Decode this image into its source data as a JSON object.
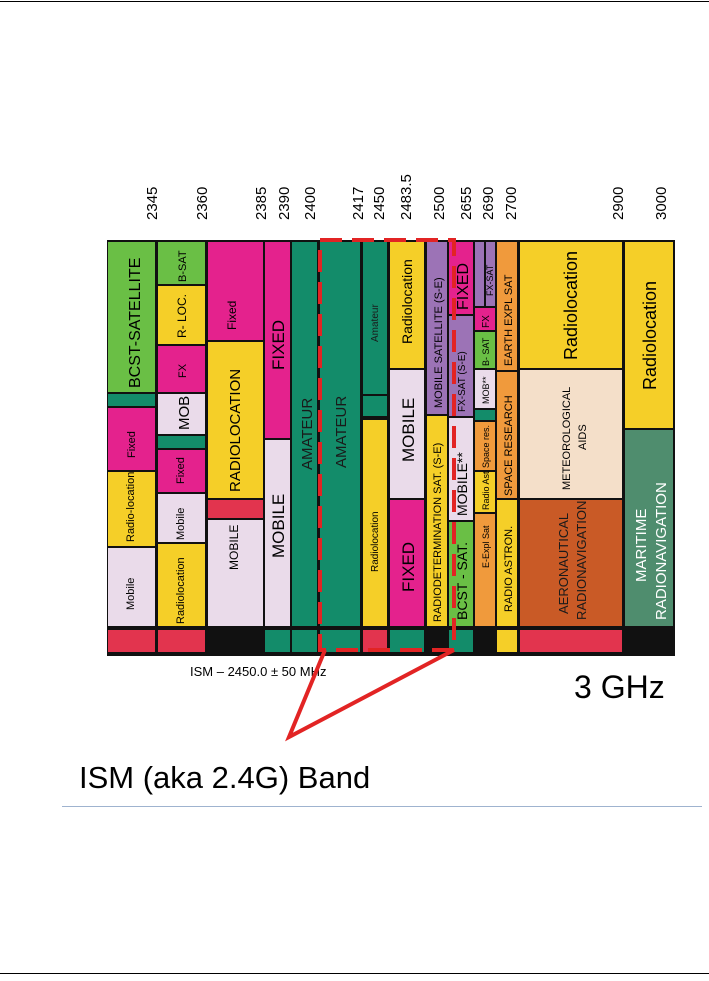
{
  "frequencies": [
    "2345",
    "2360",
    "2385",
    "2390",
    "2400",
    "2417",
    "2450",
    "2483.5",
    "2500",
    "2655",
    "2690",
    "2700",
    "2900",
    "3000"
  ],
  "band_label": "3 GHz",
  "ism_label": "ISM – 2450.0 ± 50 MHz",
  "caption": "ISM (aka 2.4G) Band",
  "blocks": {
    "bcst_satellite": "BCST-SATELLITE",
    "fixed_1": "Fixed",
    "radiolocation_small": "Radio-location",
    "mobile_1": "Mobile",
    "b_sat": "B-SAT",
    "r_loc": "R- LOC.",
    "fx": "FX",
    "mob": "MOB",
    "fixed_2": "Fixed",
    "mobile_2": "Mobile",
    "radiolocation_1": "Radiolocation",
    "fixed_3": "Fixed",
    "radiolocation_2": "RADIOLOCATION",
    "mobile_3": "MOBILE",
    "fixed_4": "FIXED",
    "mobile_4": "MOBILE",
    "amateur_1": "AMATEUR",
    "amateur_2": "AMATEUR",
    "amateur_3": "Amateur",
    "radiolocation_3": "Radiolocation",
    "radiolocation_4": "Radiolocation",
    "mobile_5": "MOBILE",
    "fixed_5": "FIXED",
    "mobile_satellite": "MOBILE SATELLITE (S-E)",
    "radiodetermination": "RADIODETERMINATION SAT. (S-E)",
    "fixed_6": "FIXED",
    "fx_sat_1": "FX-SAT (S-E)",
    "mobile_6": "MOBILE**",
    "bcst_sat": "BCST - SAT.",
    "fx_sat_2": "FX-SAT",
    "fx_2": "FX",
    "b_sat_2": "B- SAT",
    "mob_2": "MOB**",
    "space_res": "Space res.",
    "radio_ast": "Radio Ast",
    "e_expl_sat": "E-Expl Sat",
    "earth_expl_sat": "EARTH EXPL SAT",
    "space_research": "SPACE RESEARCH",
    "radio_astron": "RADIO ASTRON.",
    "radiolocation_5": "Radiolocation",
    "meteorological_1": "METEOROLOGICAL",
    "meteorological_2": "AIDS",
    "aeronautical_1": "AERONAUTICAL",
    "aeronautical_2": "RADIONAVIGATION",
    "radiolocation_6": "Radiolocation",
    "maritime_1": "MARITIME",
    "maritime_2": "RADIONAVIGATION"
  },
  "colors": {
    "green": "#6abf45",
    "teal": "#138c6a",
    "magenta": "#e4228d",
    "yellow": "#f5cf28",
    "lavender": "#eadbea",
    "purple": "#9c73b6",
    "orange": "#f09a3c",
    "peach": "#f4dfc9",
    "brown": "#c95a26",
    "seagreen": "#4f8d6e",
    "red": "#e2344e",
    "highlight": "#e22424"
  }
}
